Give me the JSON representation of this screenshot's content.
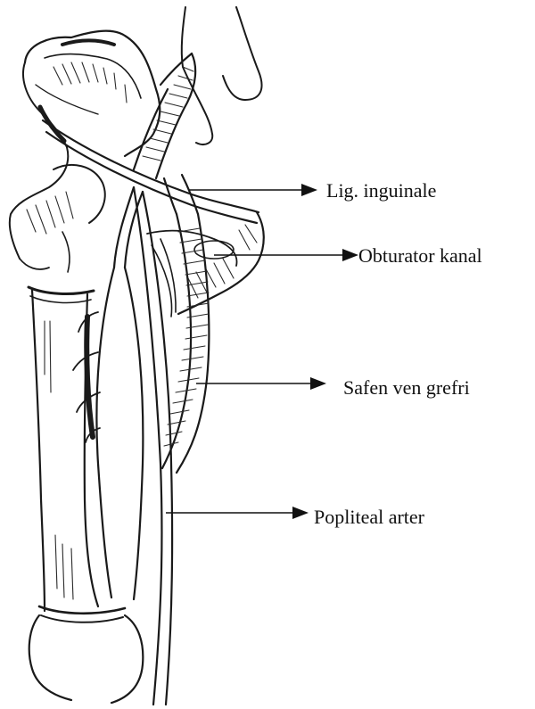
{
  "labels": {
    "lig_inguinale": "Lig. inguinale",
    "obturator_kanal": "Obturator kanal",
    "safen_ven_grefri": "Safen ven grefri",
    "popliteal_arter": "Popliteal arter"
  }
}
